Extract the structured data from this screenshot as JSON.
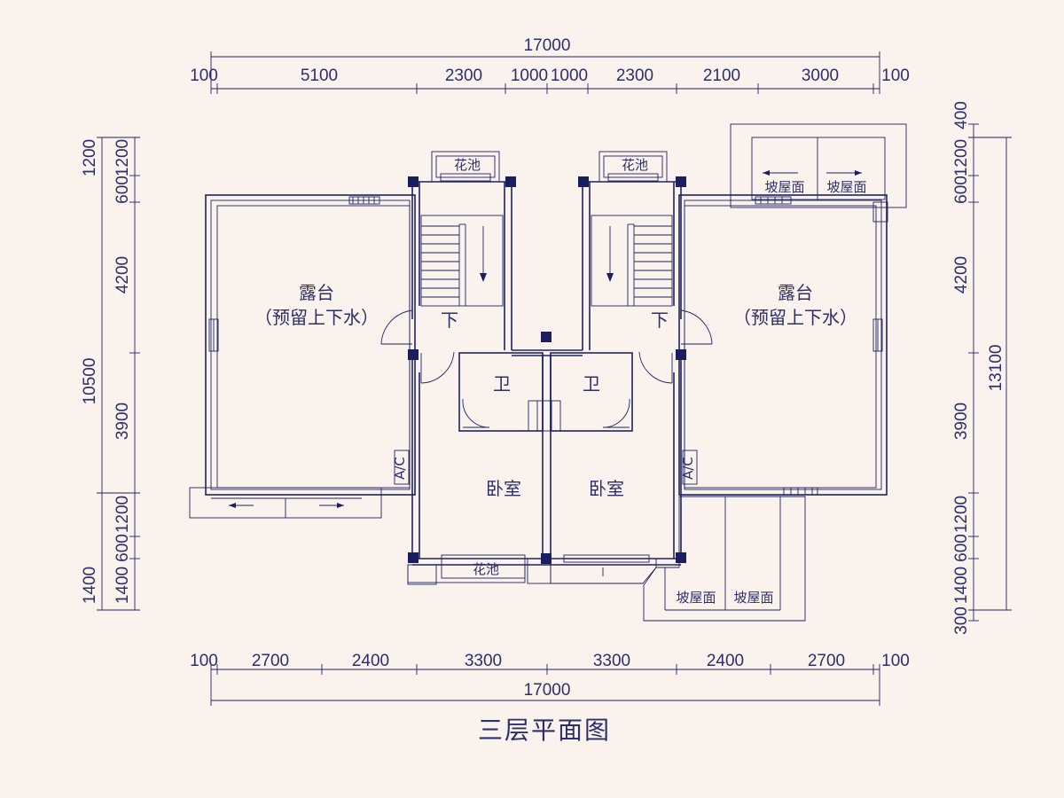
{
  "title": "三层平面图",
  "dimensions": {
    "top_total": "17000",
    "top_segments": [
      "100",
      "5100",
      "2300",
      "1000",
      "1000",
      "2300",
      "2100",
      "3000",
      "100"
    ],
    "bottom_total": "17000",
    "bottom_segments": [
      "100",
      "2700",
      "2400",
      "3300",
      "3300",
      "2400",
      "2700",
      "100"
    ],
    "left_total": "10500",
    "left_segments": [
      "1200",
      "1200",
      "600",
      "4200",
      "3900",
      "1200",
      "600",
      "1400",
      "1400"
    ],
    "right_total": "13100",
    "right_segments": [
      "400",
      "1200",
      "600",
      "4200",
      "3900",
      "1200",
      "600",
      "1400",
      "300"
    ]
  },
  "rooms": {
    "terrace_left": "露台",
    "terrace_left_note": "（预留上下水）",
    "terrace_right": "露台",
    "terrace_right_note": "（预留上下水）",
    "bath_left": "卫",
    "bath_right": "卫",
    "bed_left": "卧室",
    "bed_right": "卧室",
    "planter_top_left": "花池",
    "planter_top_right": "花池",
    "planter_bottom": "花池",
    "stair_down_left": "下",
    "stair_down_right": "下",
    "roof_tr_1": "坡屋面",
    "roof_tr_2": "坡屋面",
    "roof_br_1": "坡屋面",
    "roof_br_2": "坡屋面",
    "ac_left": "A/C",
    "ac_right": "A/C"
  }
}
